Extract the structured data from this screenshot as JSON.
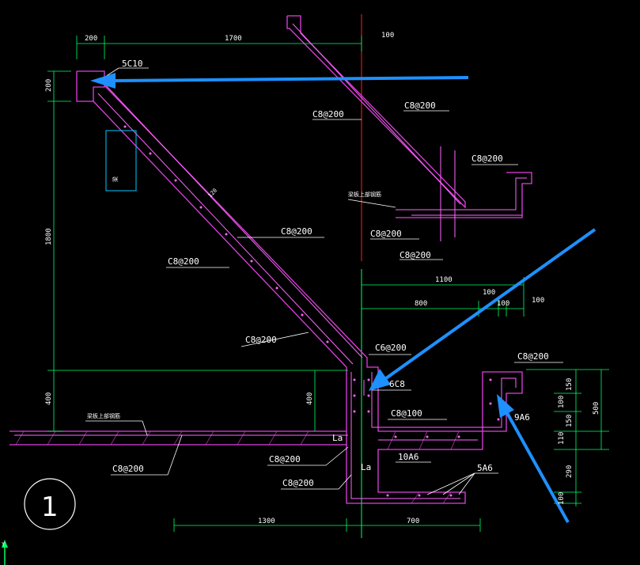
{
  "palette": {
    "background": "#000000",
    "concrete_outline": "#e040e0",
    "rebar": "#ff66ff",
    "dimension": "#00ff66",
    "text": "#ffffff",
    "leader": "#ffffff",
    "axis": "#ff2020",
    "annotation_arrow": "#1e90ff",
    "box": "#00c8ff"
  },
  "section_number": "1",
  "labels": {
    "top_5c10": "5C10",
    "upper_right_c8_1": "C8@200",
    "upper_right_c8_2": "C8@200",
    "upper_right_c8_3": "C8@200",
    "upper_right_c8_4": "C8@200",
    "upper_right_c8_5": "C8@200",
    "slab_c8_1": "C8@200",
    "slab_c8_2": "C8@200",
    "slab_c8_3": "C8@200",
    "c6_200": "C6@200",
    "six_c8": "6C8",
    "c8_100": "C8@100",
    "right_c8_200": "C8@200",
    "nine_a6": "9A6",
    "ten_a6": "10A6",
    "five_a6": "5A6",
    "c8_lower_1": "C8@200",
    "c8_lower_2": "C8@200",
    "left_c8": "C8@200",
    "la_1": "La",
    "la_2": "La",
    "small_120": "120",
    "small_note_upper": "梁板上部钢筋",
    "small_note_left": "梁板上部钢筋",
    "small_box": "梁"
  },
  "dimensions": {
    "top_200": "200",
    "top_1700": "1700",
    "top_100": "100",
    "left_200": "200",
    "left_1800": "1800",
    "left_400": "400",
    "mid_400": "400",
    "r_1100": "1100",
    "r_800": "800",
    "r_100a": "100",
    "r_100b": "100",
    "r_100c": "100",
    "rv_150a": "150",
    "rv_100": "100",
    "rv_150b": "150",
    "rv_110": "110",
    "rv_290": "290",
    "rv_100b": "100",
    "rv_500": "500",
    "bottom_1300": "1300",
    "bottom_700": "700"
  },
  "ucs_axis_label": "Y"
}
